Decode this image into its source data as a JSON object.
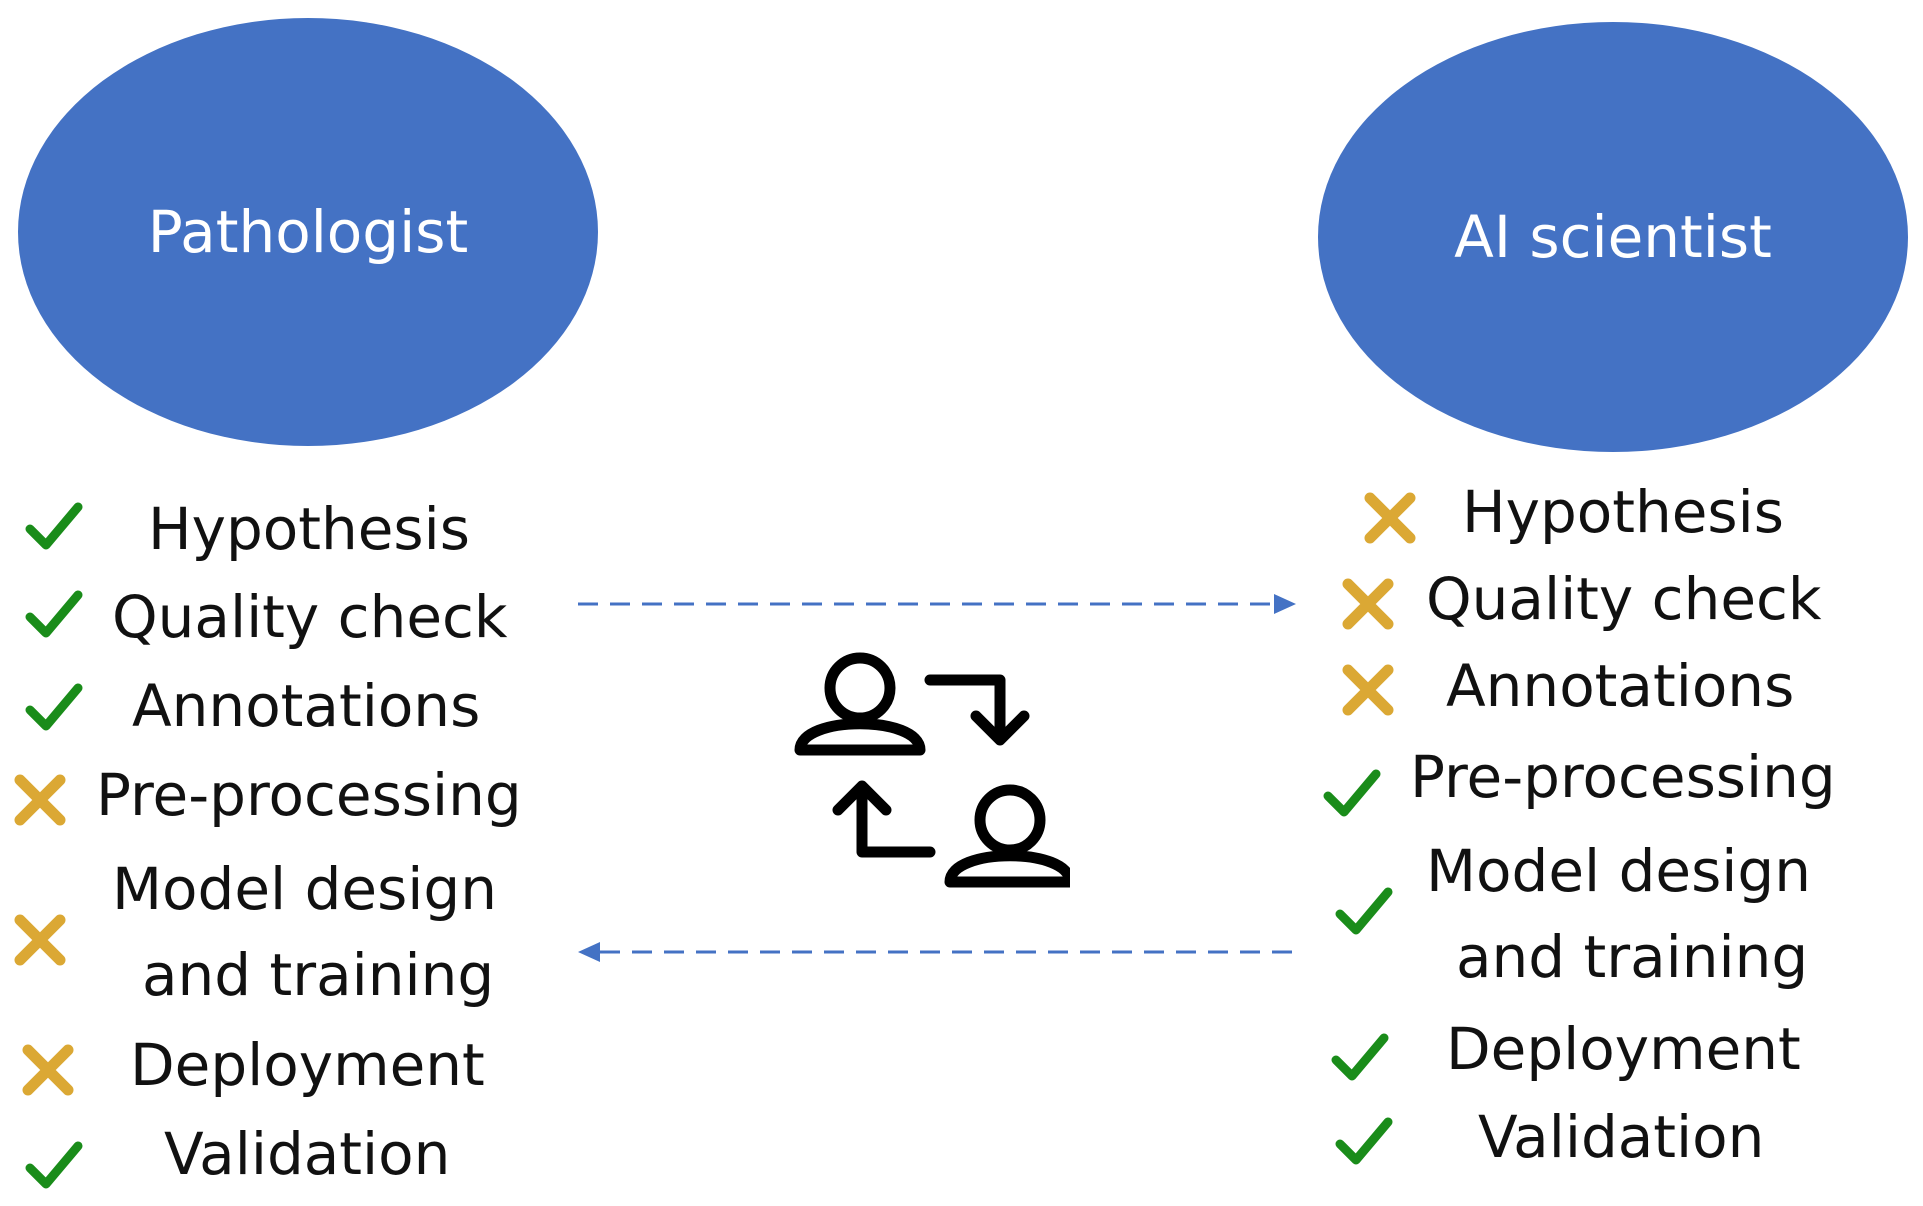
{
  "colors": {
    "ellipse_fill": "#4472C4",
    "ellipse_text": "#FFFFFF",
    "check": "#1A8C1A",
    "cross": "#DBA834",
    "arrow": "#4472C4",
    "icon": "#000000"
  },
  "pathologist": {
    "title": "Pathologist",
    "items": [
      {
        "label": "Hypothesis",
        "status": "check"
      },
      {
        "label": "Quality check",
        "status": "check"
      },
      {
        "label": "Annotations",
        "status": "check"
      },
      {
        "label": "Pre-processing",
        "status": "cross"
      },
      {
        "label_line1": "Model design",
        "label_line2": "and training",
        "status": "cross"
      },
      {
        "label": "Deployment",
        "status": "cross"
      },
      {
        "label": "Validation",
        "status": "check"
      }
    ]
  },
  "ai_scientist": {
    "title": "AI scientist",
    "items": [
      {
        "label": "Hypothesis",
        "status": "cross"
      },
      {
        "label": "Quality check",
        "status": "cross"
      },
      {
        "label": "Annotations",
        "status": "cross"
      },
      {
        "label": "Pre-processing",
        "status": "check"
      },
      {
        "label_line1": "Model design",
        "label_line2": "and training",
        "status": "check"
      },
      {
        "label": "Deployment",
        "status": "check"
      },
      {
        "label": "Validation",
        "status": "check"
      }
    ]
  },
  "icons": {
    "check": "check-icon",
    "cross": "cross-icon",
    "exchange": "people-exchange-icon",
    "arrow_right": "dashed-arrow-right",
    "arrow_left": "dashed-arrow-left"
  }
}
